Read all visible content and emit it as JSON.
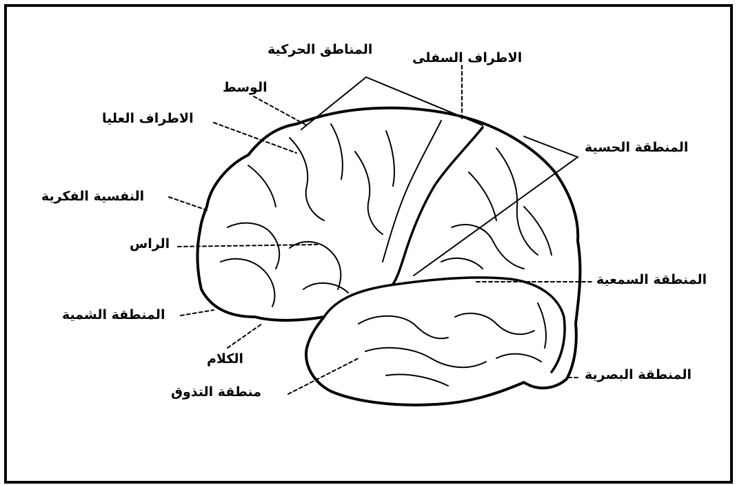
{
  "diagram": {
    "labels": {
      "motor_areas": "المناطق الحركية",
      "lower_limbs": "الاطراف السفلى",
      "middle": "الوسط",
      "upper_limbs": "الاطراف العليا",
      "sensory_area": "المنطقة الحسية",
      "psychic_thinking": "النفسية الفكرية",
      "head": "الراس",
      "auditory_area": "المنطقة السمعية",
      "olfactory_area": "المنطقة الشمية",
      "speech": "الكلام",
      "visual_area": "المنطقة البصرية",
      "taste_area": "منطقة التذوق"
    },
    "colors": {
      "ink": "#000000",
      "background": "#ffffff"
    }
  }
}
